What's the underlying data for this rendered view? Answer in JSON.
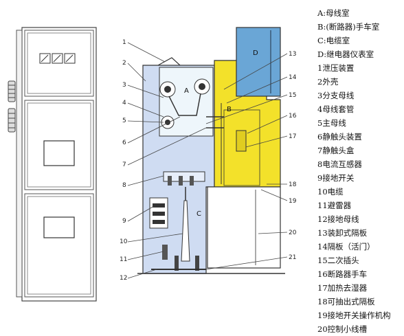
{
  "zone_labels": {
    "a": "A",
    "b": "B",
    "c": "C",
    "d": "D"
  },
  "callouts": [
    "1",
    "2",
    "3",
    "4",
    "5",
    "6",
    "7",
    "8",
    "9",
    "10",
    "11",
    "12",
    "13",
    "14",
    "15",
    "16",
    "17",
    "18",
    "19",
    "20",
    "21"
  ],
  "legend": [
    "A:母线室",
    "B:(断路器)手车室",
    "C:电缆室",
    "D:继电器仪表室",
    "1泄压装置",
    "2外壳",
    "3分支母线",
    "4母线套管",
    "5主母线",
    "6静触头装置",
    "7静触头盒",
    "8电流互感器",
    "9接地开关",
    "10电缆",
    "11避雷器",
    "12接地母线",
    "13装卸式隔板",
    "14隔板（活门）",
    "15二次插头",
    "16断路器手车",
    "17加热去湿器",
    "18可抽出式隔板",
    "19接地开关操作机构",
    "20控制小线槽"
  ],
  "colors": {
    "room_a": "#eef6fb",
    "room_b": "#f3e12a",
    "room_c": "#cfdcf2",
    "room_d": "#6aa6d6",
    "outline": "#333333"
  }
}
